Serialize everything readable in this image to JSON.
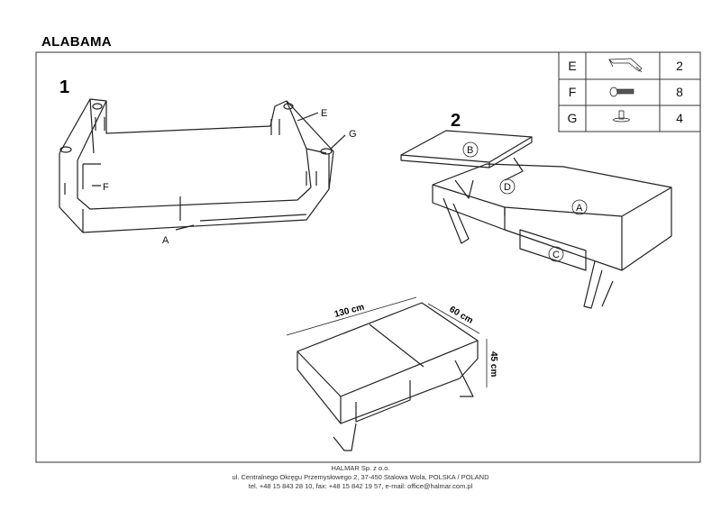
{
  "title": "ALABAMA",
  "steps": {
    "step1": "1",
    "step2": "2"
  },
  "parts": [
    {
      "letter": "E",
      "icon": "bracket-icon",
      "qty": "2"
    },
    {
      "letter": "F",
      "icon": "screw-icon",
      "qty": "8"
    },
    {
      "letter": "G",
      "icon": "foot-glide-icon",
      "qty": "4"
    }
  ],
  "step1_labels": {
    "E": "E",
    "F": "F",
    "G": "G",
    "A": "A"
  },
  "step2_labels": {
    "A": "A",
    "B": "B",
    "C": "C",
    "D": "D"
  },
  "dimensions": {
    "length": "130 cm",
    "depth": "60 cm",
    "height": "45 cm"
  },
  "footer": {
    "company": "HALMAR Sp. z o.o.",
    "address": "ul. Centralnego Okręgu Przemysłowego 2, 37-450 Stalowa Wola, POLSKA / POLAND",
    "contact": "tel. +48 15 843 28 10, fax: +48 15 842 19 57, e-mail: office@halmar.com.pl"
  }
}
